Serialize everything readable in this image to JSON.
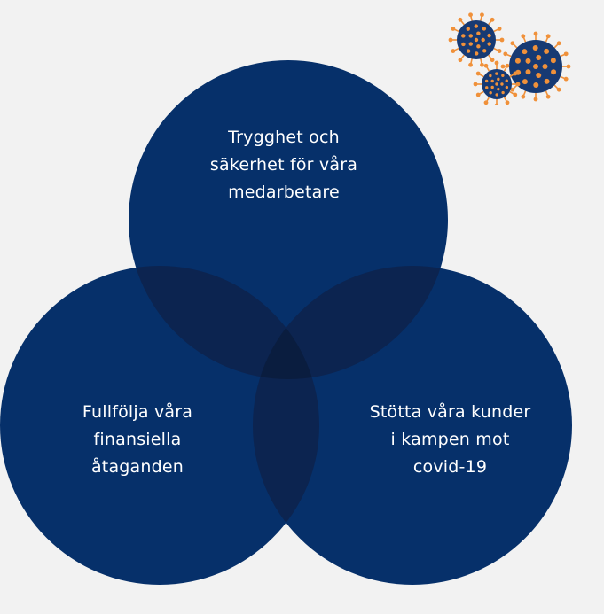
{
  "colors": {
    "background": "#f2f2f2",
    "circle_fill": "#06306a",
    "circle_overlap": "#0a2147",
    "label_text": "#ffffff",
    "virus_body": "#173a73",
    "virus_spike": "#f0913a"
  },
  "icon": "coronavirus-icon",
  "circles": [
    {
      "id": "top",
      "label": "Trygghet och\nsäkerhet för våra\nmedarbetare"
    },
    {
      "id": "left",
      "label": "Fullfölja våra\nfinansiella\nåtaganden"
    },
    {
      "id": "right",
      "label": "Stötta våra kunder\ni kampen mot\ncovid-19"
    }
  ]
}
